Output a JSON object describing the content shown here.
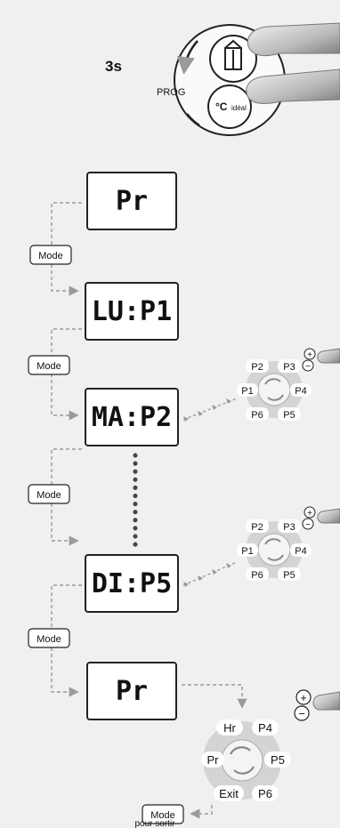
{
  "intro": {
    "hold_time": "3s",
    "prog_label": "PROG",
    "ideal_button": {
      "prefix": "°C",
      "suffix": "idéal"
    }
  },
  "screens": [
    {
      "text": "Pr"
    },
    {
      "text": "LU:P1"
    },
    {
      "text": "MA:P2"
    },
    {
      "text": "DI:P5"
    },
    {
      "text": "Pr"
    }
  ],
  "mode_label": "Mode",
  "program_wheel": {
    "labels": [
      "P2",
      "P3",
      "P1",
      "P4",
      "P6",
      "P5"
    ]
  },
  "final_wheel": {
    "labels": [
      "Hr",
      "P4",
      "Pr",
      "P5",
      "Exit",
      "P6"
    ]
  },
  "plus_minus": {
    "plus": "+",
    "minus": "−"
  },
  "exit_hint": "pour sortir"
}
